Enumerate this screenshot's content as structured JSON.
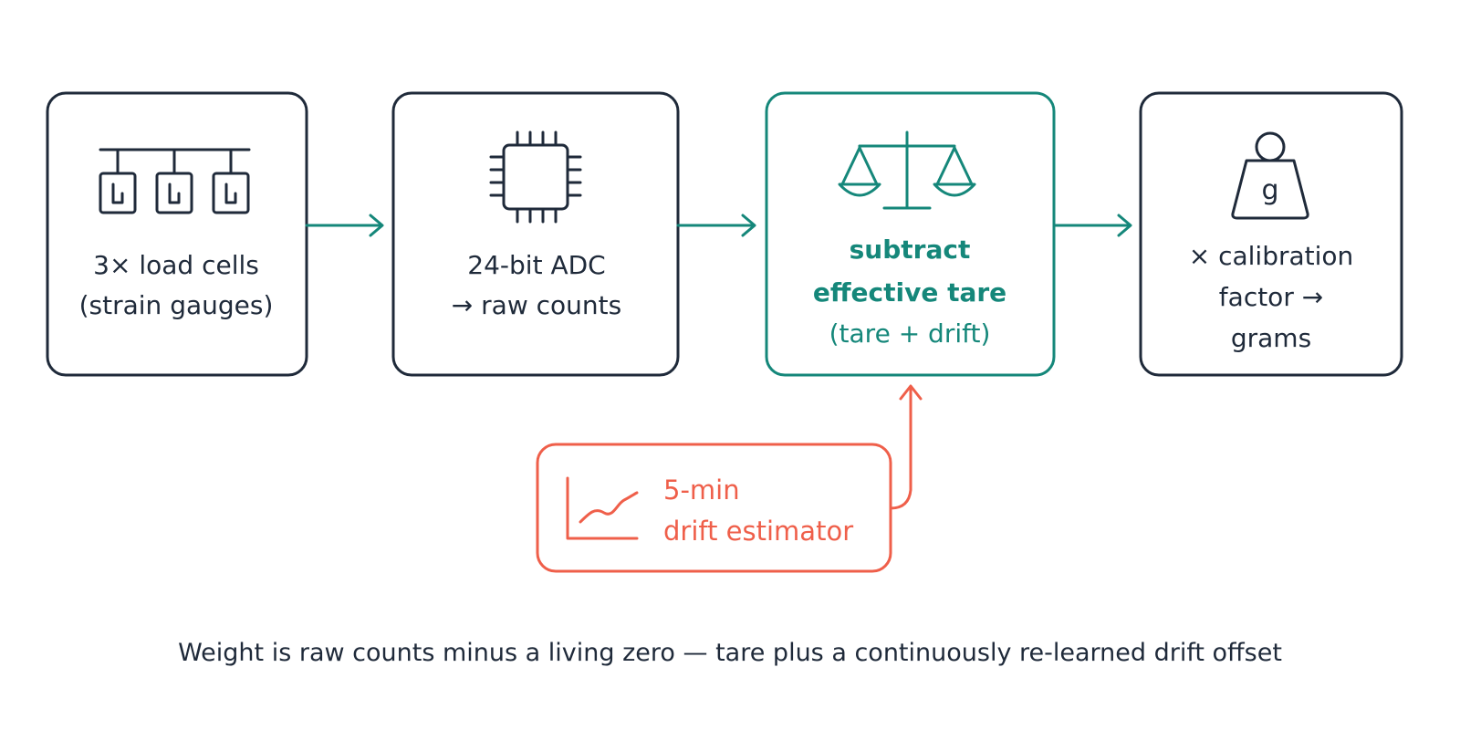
{
  "colors": {
    "dark": "#1f2a3a",
    "teal": "#15877a",
    "coral": "#ef5f4a",
    "background": "#ffffff"
  },
  "nodes": {
    "load_cells": {
      "icon": "load-cells-icon",
      "line1": "3× load cells",
      "line2": "(strain gauges)"
    },
    "adc": {
      "icon": "chip-icon",
      "line1": "24-bit ADC",
      "line2": "→ raw counts"
    },
    "tare": {
      "icon": "balance-scale-icon",
      "line1": "subtract",
      "line2": "effective tare",
      "line3": "(tare + drift)"
    },
    "calibration": {
      "icon": "weight-icon",
      "weight_label": "g",
      "line1": "× calibration",
      "line2": "factor →",
      "line3": "grams"
    },
    "drift": {
      "icon": "trend-chart-icon",
      "line1": "5-min",
      "line2": "drift estimator"
    }
  },
  "caption": "Weight is raw counts minus a living zero — tare plus a continuously re-learned drift offset"
}
